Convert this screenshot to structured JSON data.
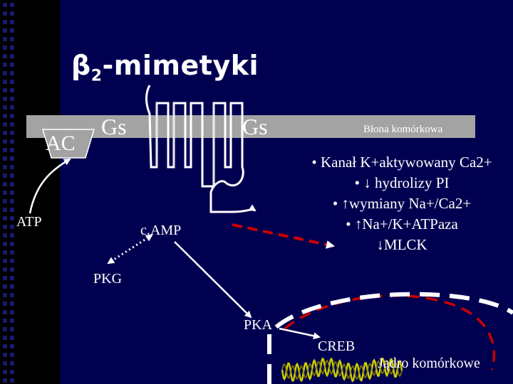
{
  "title": "β2-mimetyki",
  "title_main": "β",
  "title_sub": "2",
  "title_rest": "-mimetyki",
  "labels": {
    "ac": "AC",
    "gs_left": "Gs",
    "gs_right": "Gs",
    "membrane": "Błona komórkowa",
    "atp": "ATP",
    "camp": "c.AMP",
    "pkg": "PKG",
    "pka": "PKA",
    "creb": "CREB",
    "nucleus": "Jądro komórkowe"
  },
  "effects": [
    "• Kanał K+aktywowany Ca2+",
    "• ↓ hydrolizy PI",
    "• ↑wymiany Na+/Ca2+",
    "• ↑Na+/K+ATPaza",
    "↓MLCK"
  ],
  "colors": {
    "background": "#000050",
    "left_stripe": "#000000",
    "membrane": "#a3a3a3",
    "receptor_line": "#ffffff",
    "gs_text": "#ffffff",
    "red_arrow": "#cc0000",
    "dna": "#cccc00",
    "text": "#ffffff"
  }
}
